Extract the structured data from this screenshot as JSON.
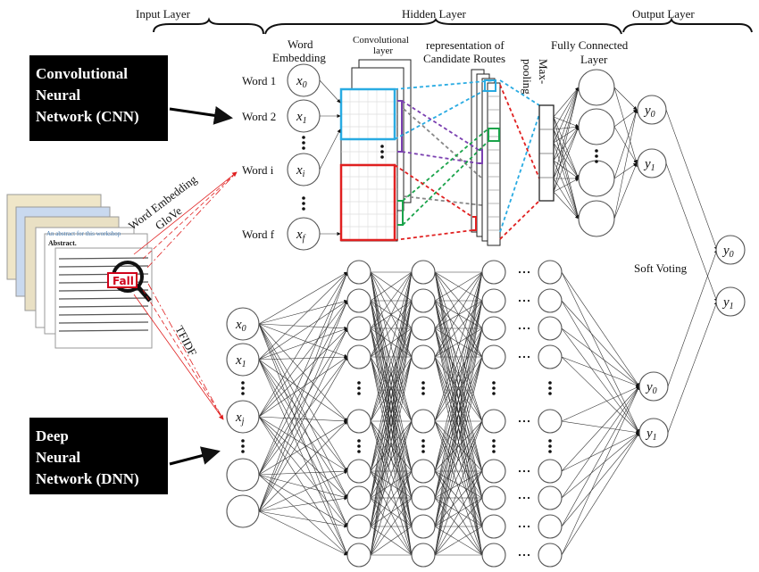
{
  "header": {
    "input_layer": "Input Layer",
    "hidden_layer": "Hidden Layer",
    "output_layer": "Output Layer"
  },
  "cnn_box": {
    "lines": [
      "Convolutional",
      "Neural",
      "Network (CNN)"
    ]
  },
  "dnn_box": {
    "lines": [
      "Deep",
      "Neural",
      "Network (DNN)"
    ]
  },
  "documents": {
    "abstract_title": "An abstract for this workshop",
    "abstract_heading": "Abstract.",
    "highlight_word": "Fall",
    "highlight_color": "#d0021b"
  },
  "paths": {
    "word_embedding": [
      "Word Embedding",
      "GloVe"
    ],
    "tfidf": "TFIDF"
  },
  "cnn": {
    "word_embedding_title": [
      "Word",
      "Embedding"
    ],
    "conv_title": [
      "Convolutional",
      "layer"
    ],
    "routes_title": [
      "representation of",
      "Candidate Routes"
    ],
    "maxpool_title": [
      "Max-",
      "pooling"
    ],
    "fc_title": [
      "Fully Connected",
      "Layer"
    ],
    "words": [
      {
        "label": "Word 1",
        "var": "x",
        "sub": "0"
      },
      {
        "label": "Word 2",
        "var": "x",
        "sub": "1"
      },
      {
        "label": "Word i",
        "var": "x",
        "sub": "i"
      },
      {
        "label": "Word f",
        "var": "x",
        "sub": "f"
      }
    ],
    "outputs": [
      {
        "var": "y",
        "sub": "0"
      },
      {
        "var": "y",
        "sub": "1"
      }
    ],
    "colors": {
      "blue": "#29abe2",
      "red": "#e02020",
      "purple": "#7a3fb0",
      "green": "#1aa34a",
      "gray": "#888888"
    }
  },
  "dnn": {
    "inputs": [
      {
        "var": "x",
        "sub": "0"
      },
      {
        "var": "x",
        "sub": "1"
      },
      {
        "var": "x",
        "sub": "j"
      }
    ],
    "outputs": [
      {
        "var": "y",
        "sub": "0"
      },
      {
        "var": "y",
        "sub": "1"
      }
    ]
  },
  "ensemble": {
    "soft_voting": "Soft Voting",
    "outputs": [
      {
        "var": "y",
        "sub": "0"
      },
      {
        "var": "y",
        "sub": "1"
      }
    ]
  }
}
